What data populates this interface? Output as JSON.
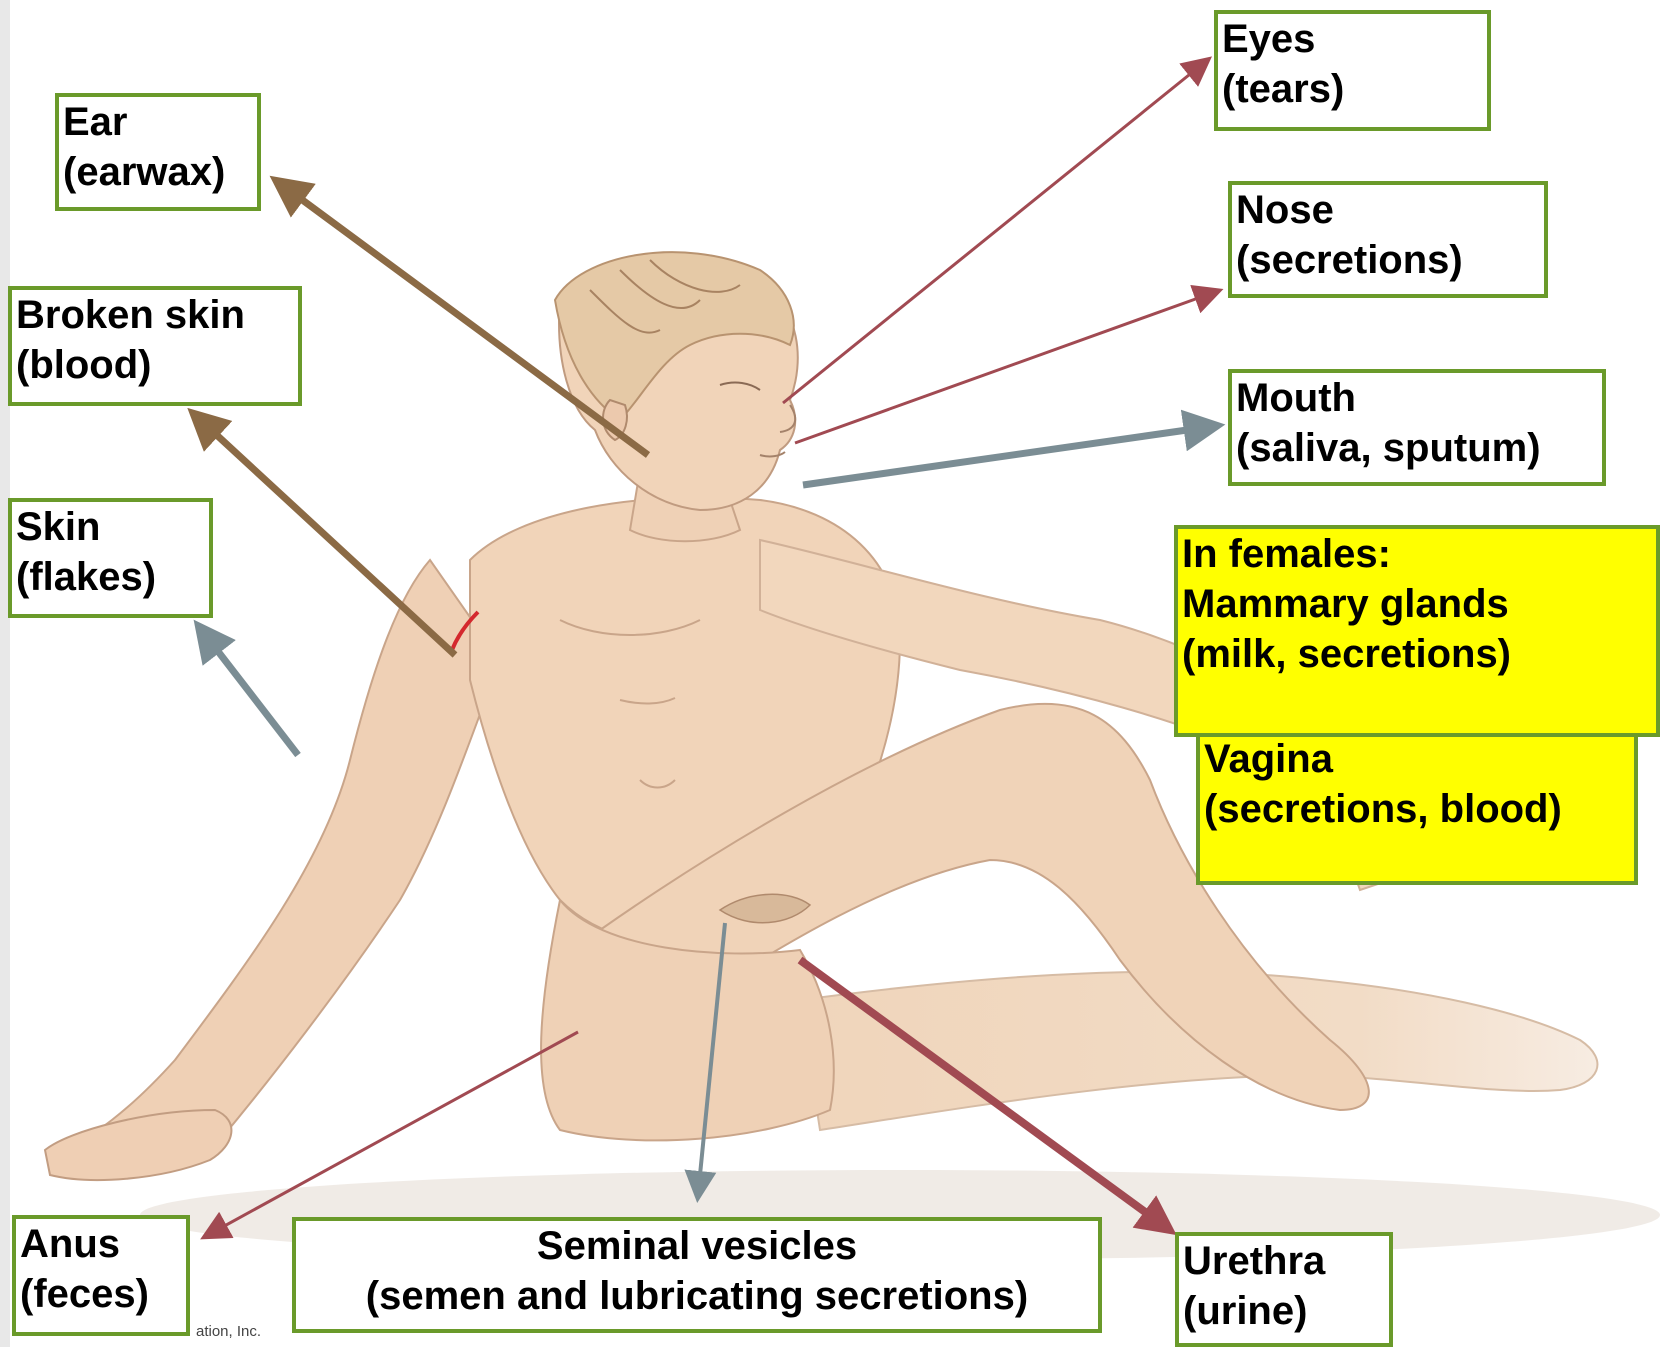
{
  "labels": {
    "ear": {
      "line1": "Ear",
      "line2": "(earwax)"
    },
    "broken_skin": {
      "line1": "Broken skin",
      "line2": "(blood)"
    },
    "skin": {
      "line1": "Skin",
      "line2": "(flakes)"
    },
    "eyes": {
      "line1": "Eyes",
      "line2": "(tears)"
    },
    "nose": {
      "line1": "Nose",
      "line2": "(secretions)"
    },
    "mouth": {
      "line1": "Mouth",
      "line2": "(saliva, sputum)"
    },
    "females": {
      "line1": "In females:",
      "line2": "Mammary glands",
      "line3": "(milk, secretions)"
    },
    "vagina": {
      "line1": "Vagina",
      "line2": "(secretions, blood)"
    },
    "anus": {
      "line1": "Anus",
      "line2": "(feces)"
    },
    "seminal": {
      "line1": "Seminal vesicles",
      "line2": "(semen and lubricating secretions)"
    },
    "urethra": {
      "line1": "Urethra",
      "line2": "(urine)"
    }
  },
  "credit": "ation, Inc.",
  "colors": {
    "box_border": "#6a9a2a",
    "highlight": "#ffff00",
    "arrow_brown": "#8b6a45",
    "arrow_red": "#a14a52",
    "arrow_gray": "#7b8d94",
    "skin": "#f2d7bd"
  }
}
